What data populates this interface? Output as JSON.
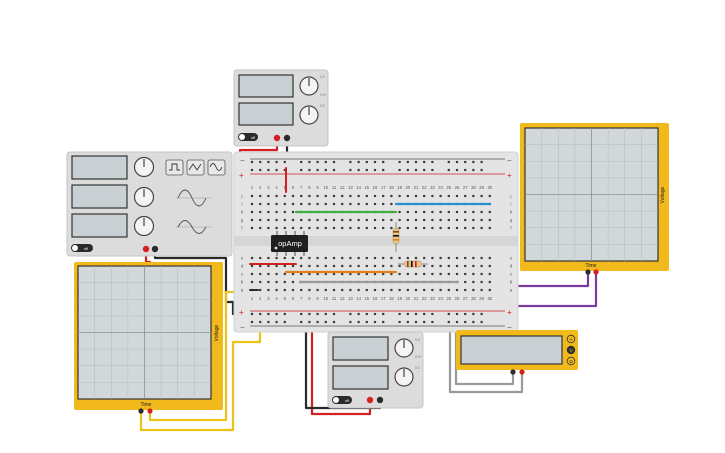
{
  "breadboard": {
    "column_numbers": [
      "1",
      "2",
      "3",
      "4",
      "5",
      "6",
      "7",
      "8",
      "9",
      "10",
      "11",
      "12",
      "13",
      "14",
      "15",
      "16",
      "17",
      "18",
      "19",
      "20",
      "21",
      "22",
      "23",
      "24",
      "25",
      "26",
      "27",
      "28",
      "29",
      "30"
    ],
    "row_letters_top": [
      "j",
      "i",
      "h",
      "g",
      "f"
    ],
    "row_letters_bottom": [
      "e",
      "d",
      "c",
      "b",
      "a"
    ],
    "rail_plus": "+",
    "rail_minus": "−"
  },
  "chip": {
    "label": "opAmp"
  },
  "power_supplies": [
    {
      "button_label": "off",
      "knob_labels": [
        "0.0",
        "0.0+",
        "0.0"
      ]
    },
    {
      "button_label": "off",
      "knob_labels": [
        "0.0",
        "0.0+",
        "0.0"
      ]
    }
  ],
  "function_generator": {
    "button_label": "off",
    "wave_buttons": [
      "square-wave-icon",
      "triangle-wave-icon",
      "sine-wave-icon"
    ]
  },
  "oscilloscopes": [
    {
      "x_label": "Time",
      "y_label": "Voltage"
    },
    {
      "x_label": "Time",
      "y_label": "Voltage"
    }
  ],
  "multimeter": {
    "modes": [
      "A",
      "V",
      "Ω"
    ]
  },
  "colors": {
    "instrument_yellow": "#f2b91c",
    "screen": "#d2d7da",
    "breadboard": "#e4e4e4",
    "wire_red": "#d42020",
    "wire_black": "#2a2a2a",
    "wire_yellow": "#ecc21a",
    "wire_purple": "#7a3aa0",
    "wire_gray": "#9a9a9a",
    "wire_green": "#3fae3f",
    "wire_blue": "#2a8fd0",
    "wire_orange": "#e67e22"
  }
}
